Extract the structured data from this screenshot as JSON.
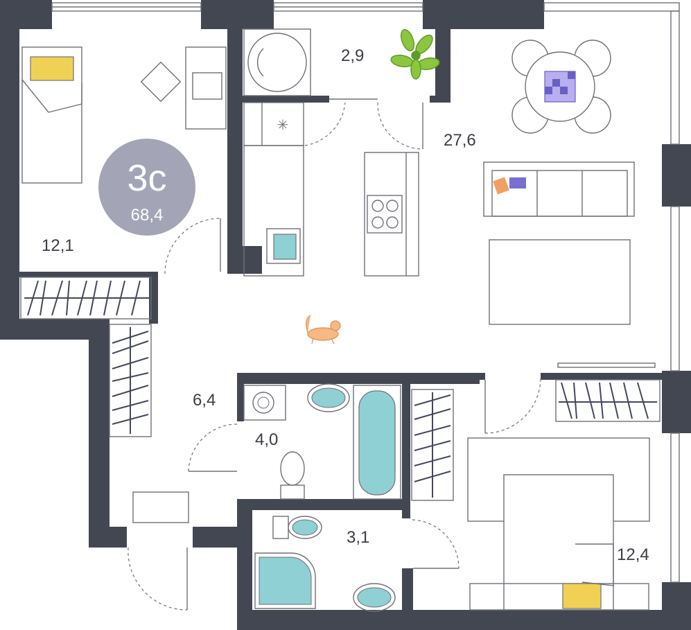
{
  "badge": {
    "type": "3с",
    "total_area": "68,4",
    "color": "#a3a5b6"
  },
  "rooms": [
    {
      "id": "bedroom-1",
      "area": "12,1"
    },
    {
      "id": "balcony",
      "area": "2,9"
    },
    {
      "id": "living-kitchen",
      "area": "27,6"
    },
    {
      "id": "hallway",
      "area": "6,4"
    },
    {
      "id": "bathroom",
      "area": "4,0"
    },
    {
      "id": "wc",
      "area": "3,1"
    },
    {
      "id": "bedroom-2",
      "area": "12,4"
    }
  ],
  "colors": {
    "wall": "#434752",
    "line": "#6e7079",
    "water": "#8fd0d4",
    "pillow": "#f1d154",
    "plant": "#8cc63f",
    "cat": "#f0a060",
    "cushion": "#7a6fd0"
  },
  "icons": [
    "bed-icon",
    "desk-chair-icon",
    "round-table-icon",
    "plant-icon",
    "sofa-icon",
    "stove-icon",
    "sink-icon",
    "bathtub-icon",
    "toilet-icon",
    "washing-machine-icon",
    "shower-icon",
    "cat-icon",
    "wardrobe-icon",
    "tv-icon",
    "door-swing-icon"
  ]
}
